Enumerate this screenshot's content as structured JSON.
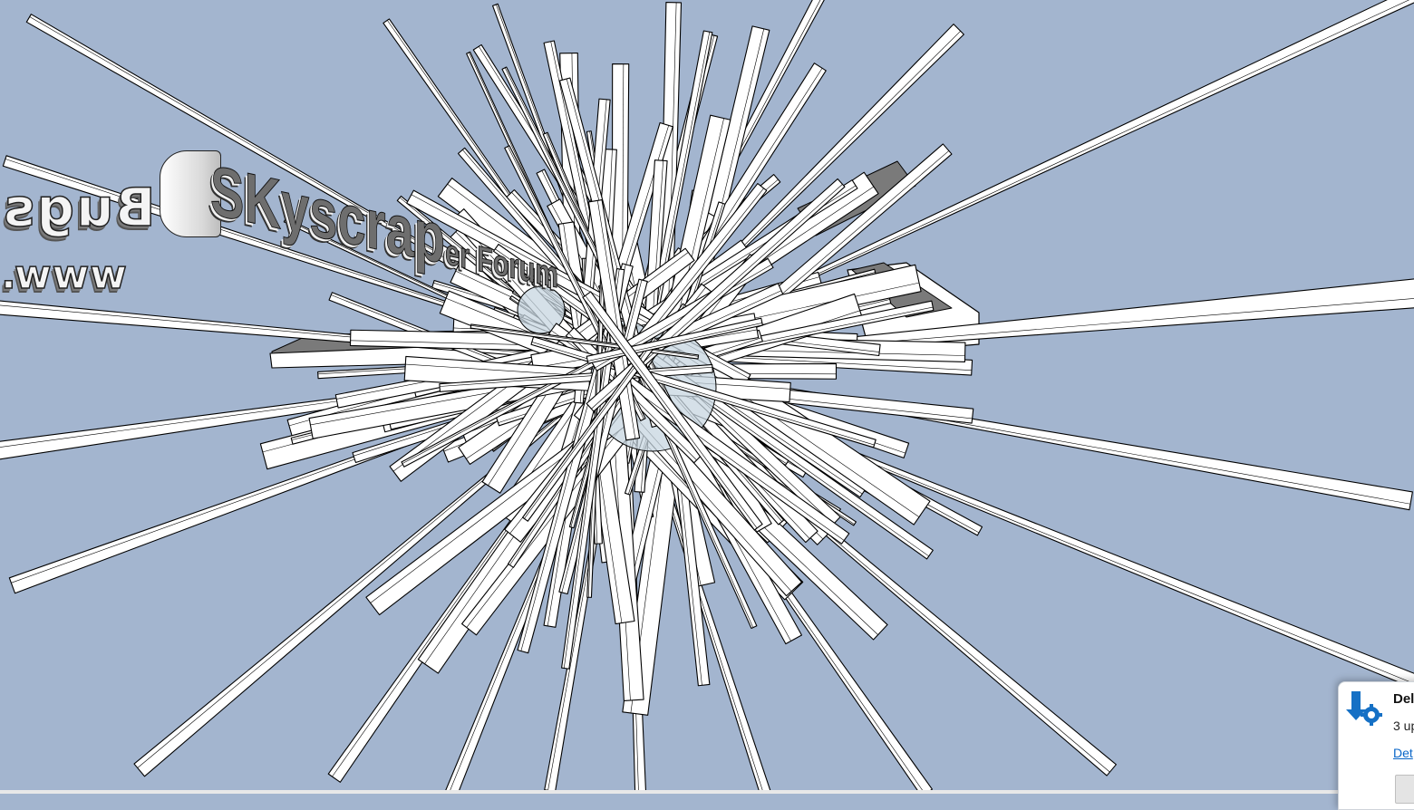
{
  "viewport": {
    "background": "#a3b5cf",
    "edge_color": "#000000",
    "face_color": "#ffffff",
    "shaded_face_color": "#7a7a7a"
  },
  "labels": {
    "bugs": "Bugs",
    "www": "www.",
    "skyscraper_big": "SKyscrap",
    "skyscraper_small": "er Forum"
  },
  "notification": {
    "title": "Del",
    "body": "3 up",
    "link": "Det",
    "icon": "dell-update-gear-icon"
  }
}
